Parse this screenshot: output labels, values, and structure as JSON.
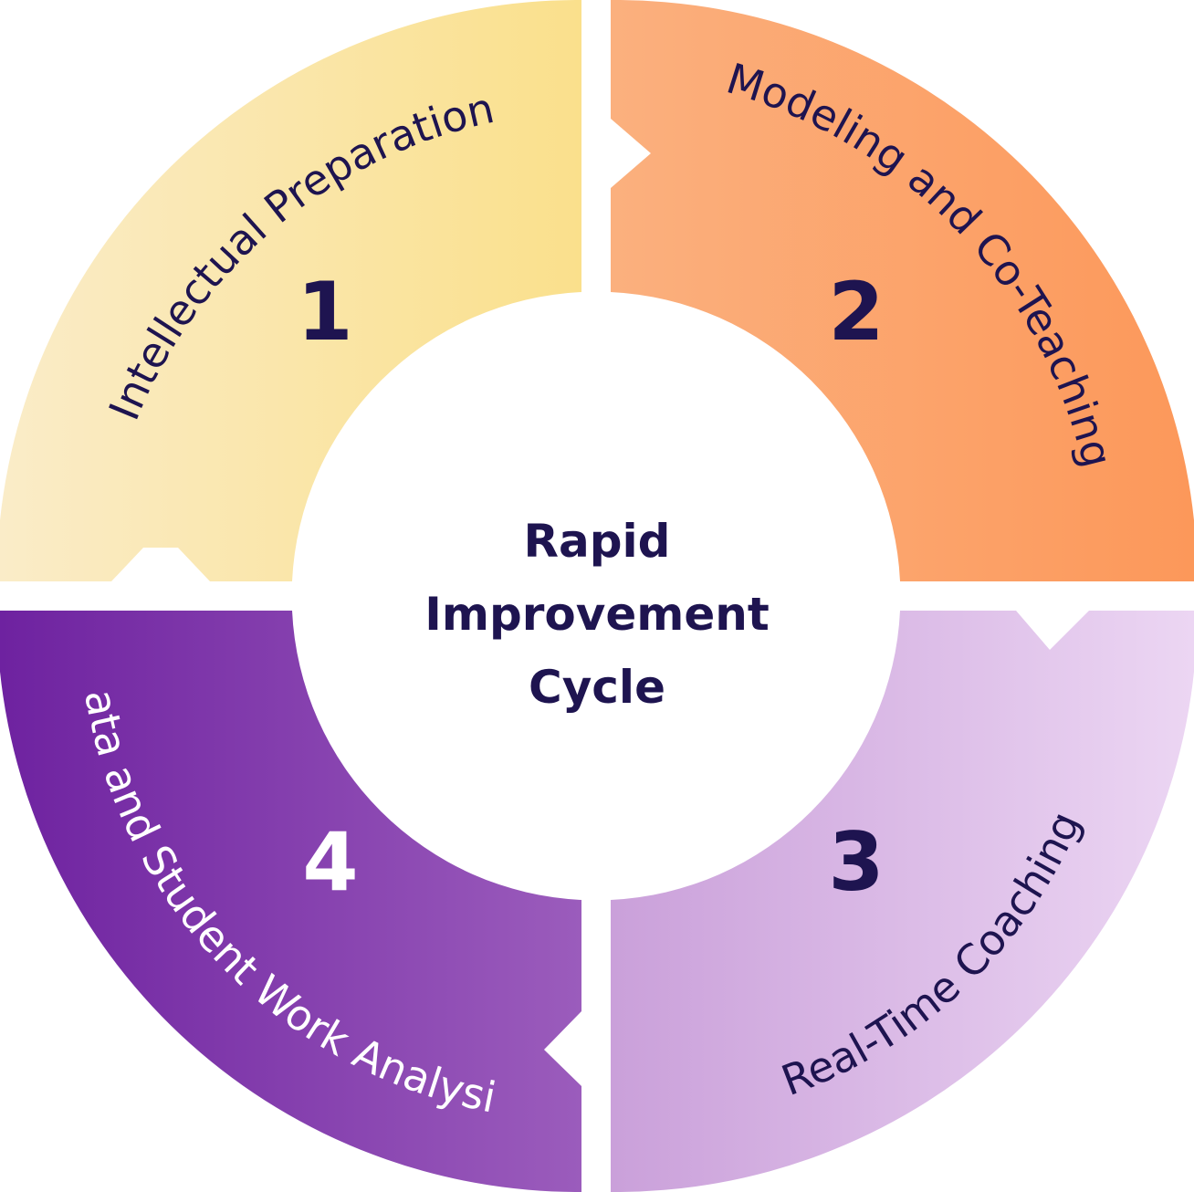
{
  "center": {
    "line1": "Rapid",
    "line2": "Improvement",
    "line3": "Cycle"
  },
  "segments": [
    {
      "number": "1",
      "label": "Intellectual Preparation"
    },
    {
      "number": "2",
      "label": "Modeling and Co-Teaching"
    },
    {
      "number": "3",
      "label": "Real-Time Coaching"
    },
    {
      "number": "4",
      "label": "Data and Student Work Analysis"
    }
  ],
  "colors": {
    "text_dark": "#1e1450",
    "text_light": "#ffffff",
    "seg1_start": "#faecc8",
    "seg1_end": "#fae08c",
    "seg2_start": "#fbb07e",
    "seg2_end": "#fc985a",
    "seg3_start": "#caa0da",
    "seg3_end": "#ecd6f3",
    "seg4_start": "#6e22a0",
    "seg4_end": "#9b5cbc"
  }
}
